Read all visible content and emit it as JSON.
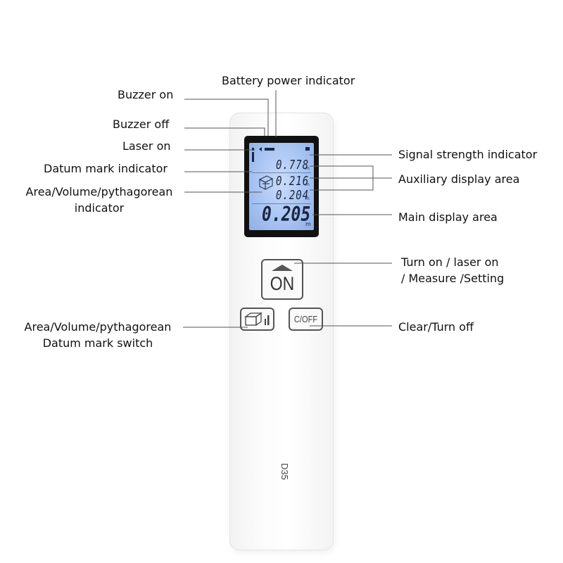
{
  "labels": {
    "battery_power_indicator": "Battery power indicator",
    "buzzer_on": "Buzzer on",
    "buzzer_off": "Buzzer off",
    "laser_on": "Laser on",
    "datum_mark_indicator": "Datum mark indicator",
    "area_volume_indicator_line1": "Area/Volume/pythagorean",
    "area_volume_indicator_line2": "indicator",
    "signal_strength_indicator": "Signal strength indicator",
    "auxiliary_display_area": "Auxiliary display area",
    "main_display_area": "Main display area",
    "turn_on_line1": "Turn on / laser on",
    "turn_on_line2": "/ Measure /Setting",
    "switch_line1": "Area/Volume/pythagorean",
    "switch_line2": "Datum mark switch",
    "clear_turn_off": "Clear/Turn off"
  },
  "display": {
    "aux_values": [
      "0.778",
      "0.216",
      "0.204"
    ],
    "main_value": "0.205",
    "aux_unit": "m",
    "main_unit": "m"
  },
  "buttons": {
    "on_label": "ON",
    "clear_off_label": "C/OFF"
  },
  "device": {
    "model": "D35"
  },
  "colors": {
    "lcd_background": "#a9c5f3",
    "lcd_digits": "#1a2640",
    "device_body": "#f7f7f7",
    "leader_lines": "#555555"
  }
}
